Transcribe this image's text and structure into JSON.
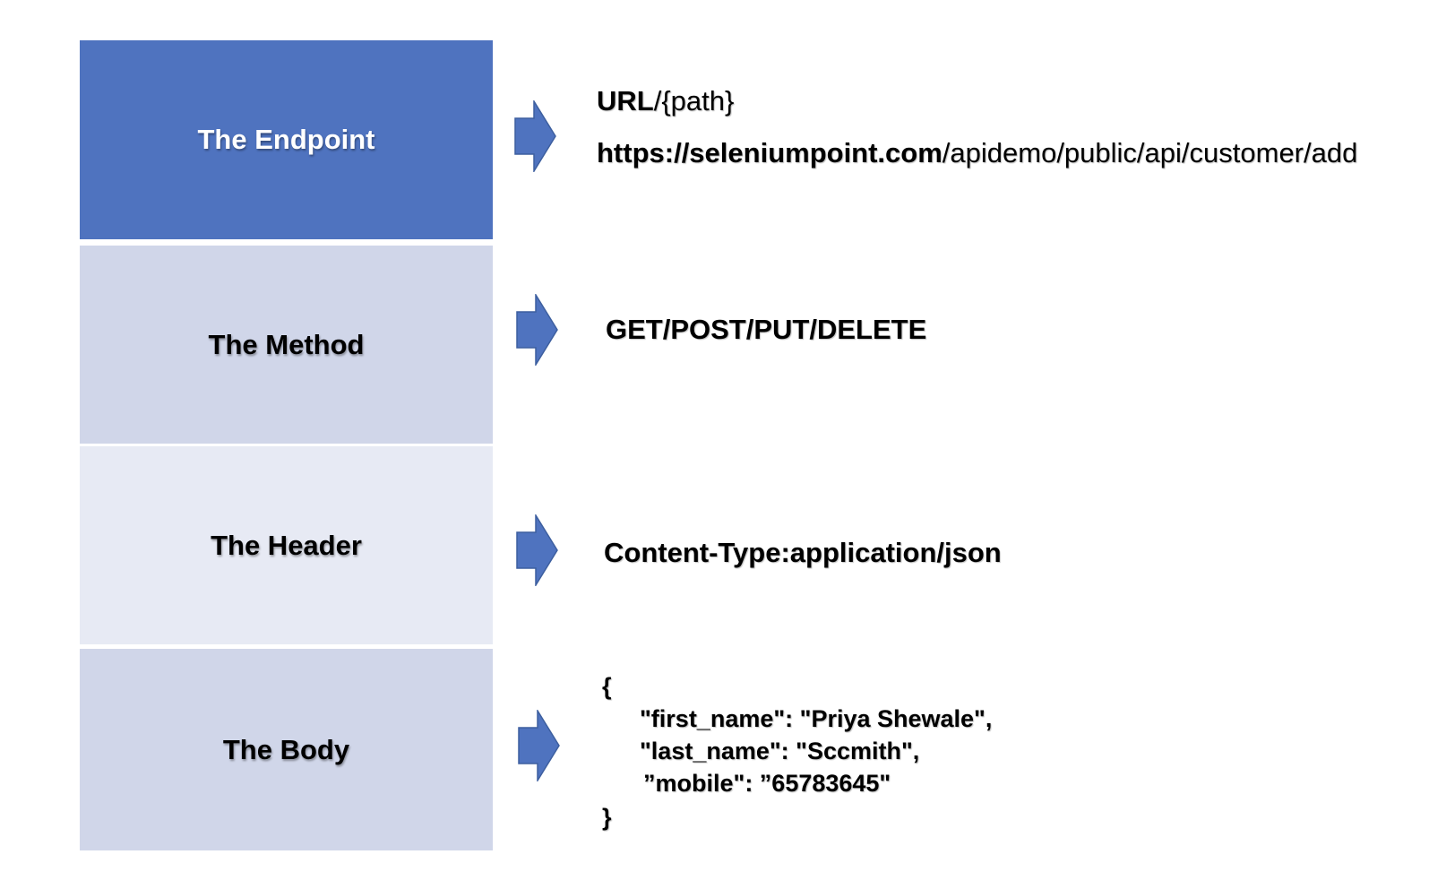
{
  "components": [
    {
      "label": "The Endpoint"
    },
    {
      "label": "The Method"
    },
    {
      "label": "The Header"
    },
    {
      "label": "The Body"
    }
  ],
  "endpoint": {
    "url_bold": "URL",
    "url_rest": "/{path}",
    "full_bold": "https://seleniumpoint.com",
    "full_rest": "/apidemo/public/api/customer/add"
  },
  "method": {
    "text": "GET/POST/PUT/DELETE"
  },
  "header": {
    "text": "Content-Type:application/json"
  },
  "body": {
    "open": "{",
    "lines": [
      "\"first_name\": \"Priya Shewale\",",
      "\"last_name\": \"Sccmith\",",
      "”mobile\":  ”65783645\""
    ],
    "close": "}"
  },
  "colors": {
    "endpoint_box": "#4f73bf",
    "method_box": "#d0d6e9",
    "header_box": "#e7eaf4",
    "body_box": "#d0d6e9",
    "arrow": "#4f73bf"
  }
}
